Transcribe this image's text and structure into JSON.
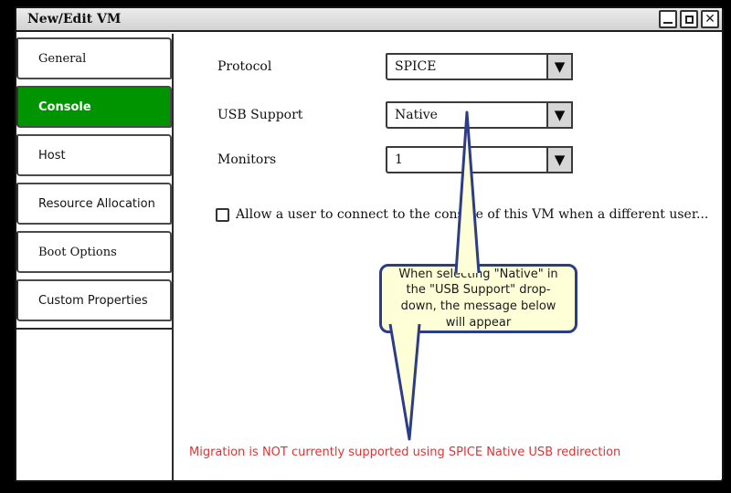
{
  "window": {
    "title": "New/Edit VM"
  },
  "icons": {
    "minimize": "minimize-bar",
    "maximize": "maximize-square",
    "close": "✕",
    "dropdown_arrow": "▼"
  },
  "sidebar": {
    "items": [
      {
        "label": "General",
        "active": false
      },
      {
        "label": "Console",
        "active": true
      },
      {
        "label": "Host",
        "active": false
      },
      {
        "label": "Resource Allocation",
        "active": false
      },
      {
        "label": "Boot Options",
        "active": false
      },
      {
        "label": "Custom Properties",
        "active": false
      }
    ]
  },
  "form": {
    "fields": [
      {
        "label": "Protocol",
        "value": "SPICE"
      },
      {
        "label": "USB Support",
        "value": "Native"
      },
      {
        "label": "Monitors",
        "value": "1"
      }
    ],
    "checkbox": {
      "label": "Allow a user to connect to the console of this VM when a different user...",
      "checked": false
    }
  },
  "callout": {
    "text": "When selecting \"Native\" in the \"USB Support\" drop-down, the message below will appear"
  },
  "message": {
    "text": "Migration is NOT currently supported using SPICE Native USB redirection"
  },
  "colors": {
    "active_tab_green": "#009400",
    "callout_fill": "#ffffd7",
    "callout_border": "#2d3c87",
    "warning_red": "#d93636"
  }
}
